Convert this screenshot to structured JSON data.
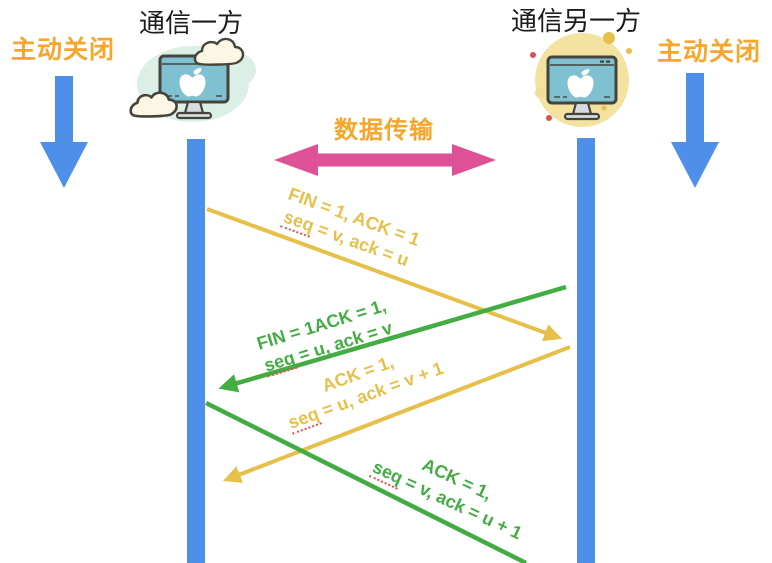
{
  "colors": {
    "blue": "#4E90E9",
    "pink": "#DD5196",
    "orange": "#F5A62B",
    "yellow": "#E6C04A",
    "green": "#43AD43",
    "red": "#E04F4F",
    "teal": "#7FC0D1",
    "mint": "#DCEFE7",
    "cream": "#FCF6E4",
    "outline": "#45443C",
    "paleyellow": "#F4E2A0",
    "gray": "#D8DCE0",
    "ink": "#1C1C1C"
  },
  "left_party": {
    "title": "通信一方",
    "close_label": "主动关闭",
    "icon": "imac-with-clouds"
  },
  "right_party": {
    "title": "通信另一方",
    "close_label": "主动关闭",
    "icon": "imac-on-yellow-circle"
  },
  "center": {
    "data_transfer_label": "数据传输"
  },
  "messages": [
    {
      "line1": "FIN = 1, ACK = 1",
      "seq_word": "seq",
      "line2_rest": " = v, ack = u",
      "color": "yellow",
      "direction": "left-to-right"
    },
    {
      "line1": "FIN = 1ACK = 1,",
      "seq_word": "seq",
      "line2_rest": " = u, ack = v",
      "color": "green",
      "direction": "right-to-left"
    },
    {
      "line1": "ACK = 1,",
      "seq_word": "seq",
      "line2_rest": " = u, ack = v + 1",
      "color": "yellow",
      "direction": "right-to-left"
    },
    {
      "line1": "ACK = 1,",
      "seq_word": "seq",
      "line2_rest": " = v, ack = u + 1",
      "color": "green",
      "direction": "left-to-right"
    }
  ]
}
